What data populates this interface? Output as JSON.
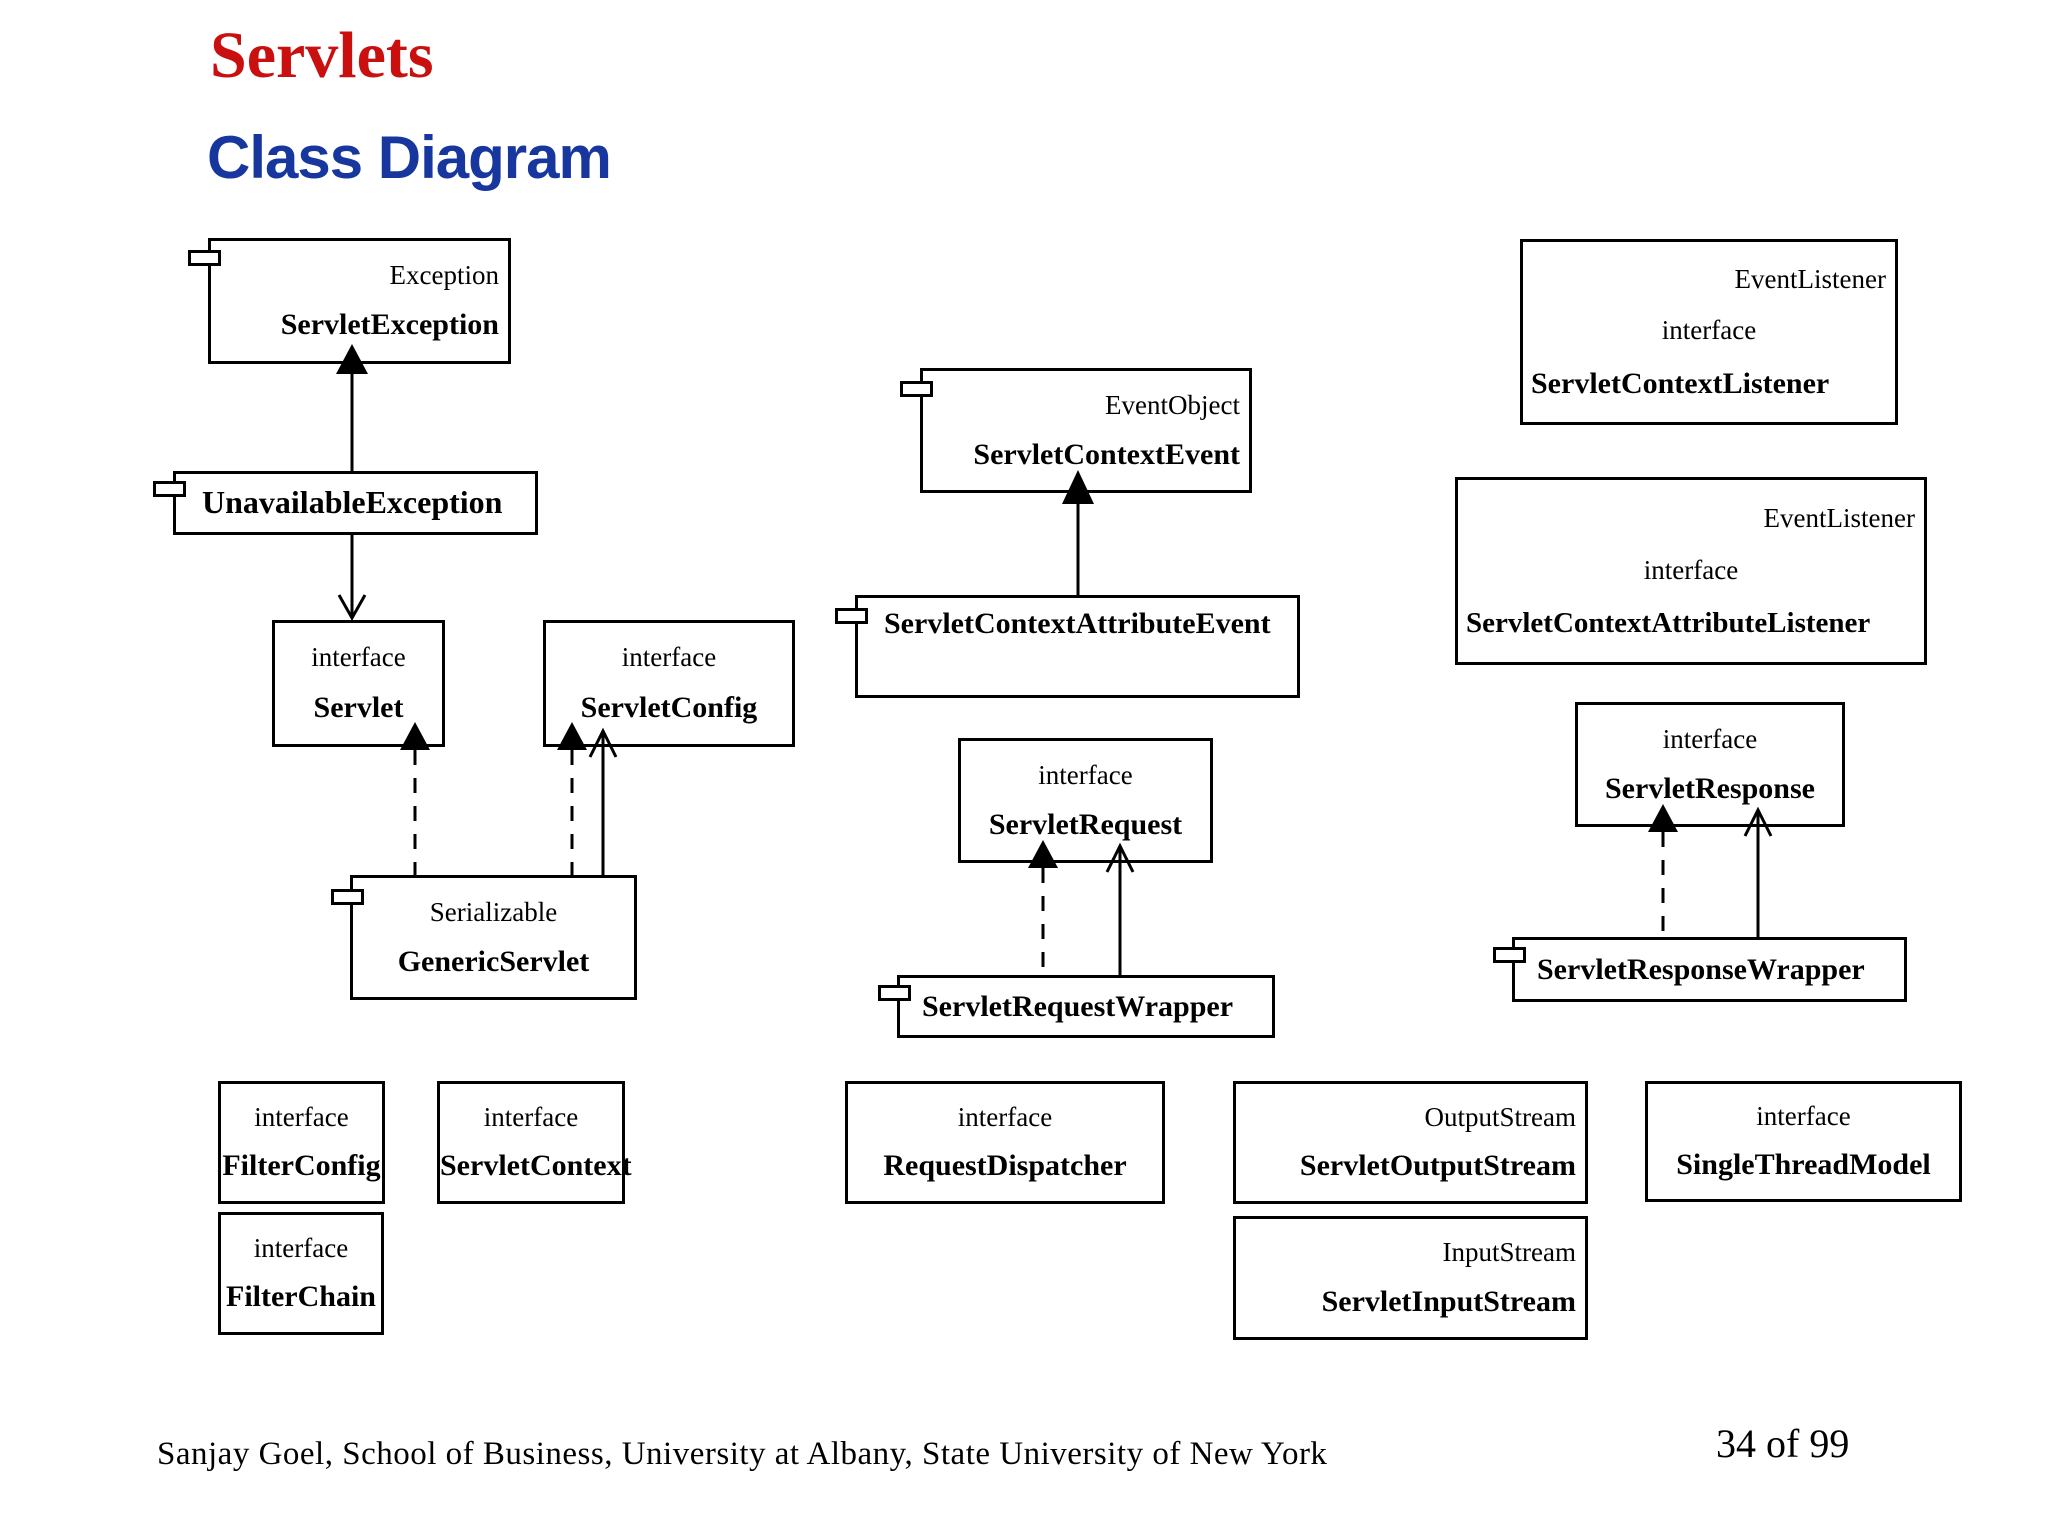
{
  "title": "Servlets",
  "subtitle": "Class Diagram",
  "colors": {
    "title_red": "#c9100e",
    "subtitle_blue": "#17379e",
    "diagram_ink": "#000000",
    "background": "#ffffff"
  },
  "boxes": {
    "servlet_exception": {
      "super": "Exception",
      "name": "ServletException"
    },
    "unavailable_exception": {
      "name": "UnavailableException"
    },
    "servlet": {
      "stereotype": "interface",
      "name": "Servlet"
    },
    "servlet_config": {
      "stereotype": "interface",
      "name": "ServletConfig"
    },
    "generic_servlet": {
      "super": "Serializable",
      "name": "GenericServlet"
    },
    "servlet_context_event": {
      "super": "EventObject",
      "name": "ServletContextEvent"
    },
    "servlet_context_attribute_event": {
      "name": "ServletContextAttributeEvent"
    },
    "servlet_request": {
      "stereotype": "interface",
      "name": "ServletRequest"
    },
    "servlet_request_wrapper": {
      "name": "ServletRequestWrapper"
    },
    "servlet_context_listener": {
      "super": "EventListener",
      "stereotype": "interface",
      "name": "ServletContextListener"
    },
    "servlet_context_attribute_listener": {
      "super": "EventListener",
      "stereotype": "interface",
      "name": "ServletContextAttributeListener"
    },
    "servlet_response": {
      "stereotype": "interface",
      "name": "ServletResponse"
    },
    "servlet_response_wrapper": {
      "name": "ServletResponseWrapper"
    },
    "filter_config": {
      "stereotype": "interface",
      "name": "FilterConfig"
    },
    "filter_chain": {
      "stereotype": "interface",
      "name": "FilterChain"
    },
    "servlet_context": {
      "stereotype": "interface",
      "name": "ServletContext"
    },
    "request_dispatcher": {
      "stereotype": "interface",
      "name": "RequestDispatcher"
    },
    "servlet_output_stream": {
      "super": "OutputStream",
      "name": "ServletOutputStream"
    },
    "servlet_input_stream": {
      "super": "InputStream",
      "name": "ServletInputStream"
    },
    "single_thread_model": {
      "stereotype": "interface",
      "name": "SingleThreadModel"
    }
  },
  "relationships": [
    {
      "from": "UnavailableException",
      "to": "ServletException",
      "type": "solid line, filled triangle (generalization)"
    },
    {
      "from": "UnavailableException",
      "to": "Servlet",
      "type": "solid line, open arrow"
    },
    {
      "from": "GenericServlet",
      "to": "Servlet",
      "type": "dashed line, filled triangle (realization)"
    },
    {
      "from": "GenericServlet",
      "to": "ServletConfig",
      "type": "dashed line, filled triangle (realization)"
    },
    {
      "from": "GenericServlet",
      "to": "ServletConfig",
      "type": "solid line, open arrow"
    },
    {
      "from": "ServletContextAttributeEvent",
      "to": "ServletContextEvent",
      "type": "solid line, filled triangle (generalization)"
    },
    {
      "from": "ServletRequestWrapper",
      "to": "ServletRequest",
      "type": "dashed line, filled triangle (realization)"
    },
    {
      "from": "ServletRequestWrapper",
      "to": "ServletRequest",
      "type": "solid line, open arrow"
    },
    {
      "from": "ServletResponseWrapper",
      "to": "ServletResponse",
      "type": "dashed line, filled triangle (realization)"
    },
    {
      "from": "ServletResponseWrapper",
      "to": "ServletResponse",
      "type": "solid line, open arrow"
    }
  ],
  "footer": {
    "credit": "Sanjay Goel, School of  Business, University at Albany, State University of  New York",
    "page": "34 of 99"
  }
}
